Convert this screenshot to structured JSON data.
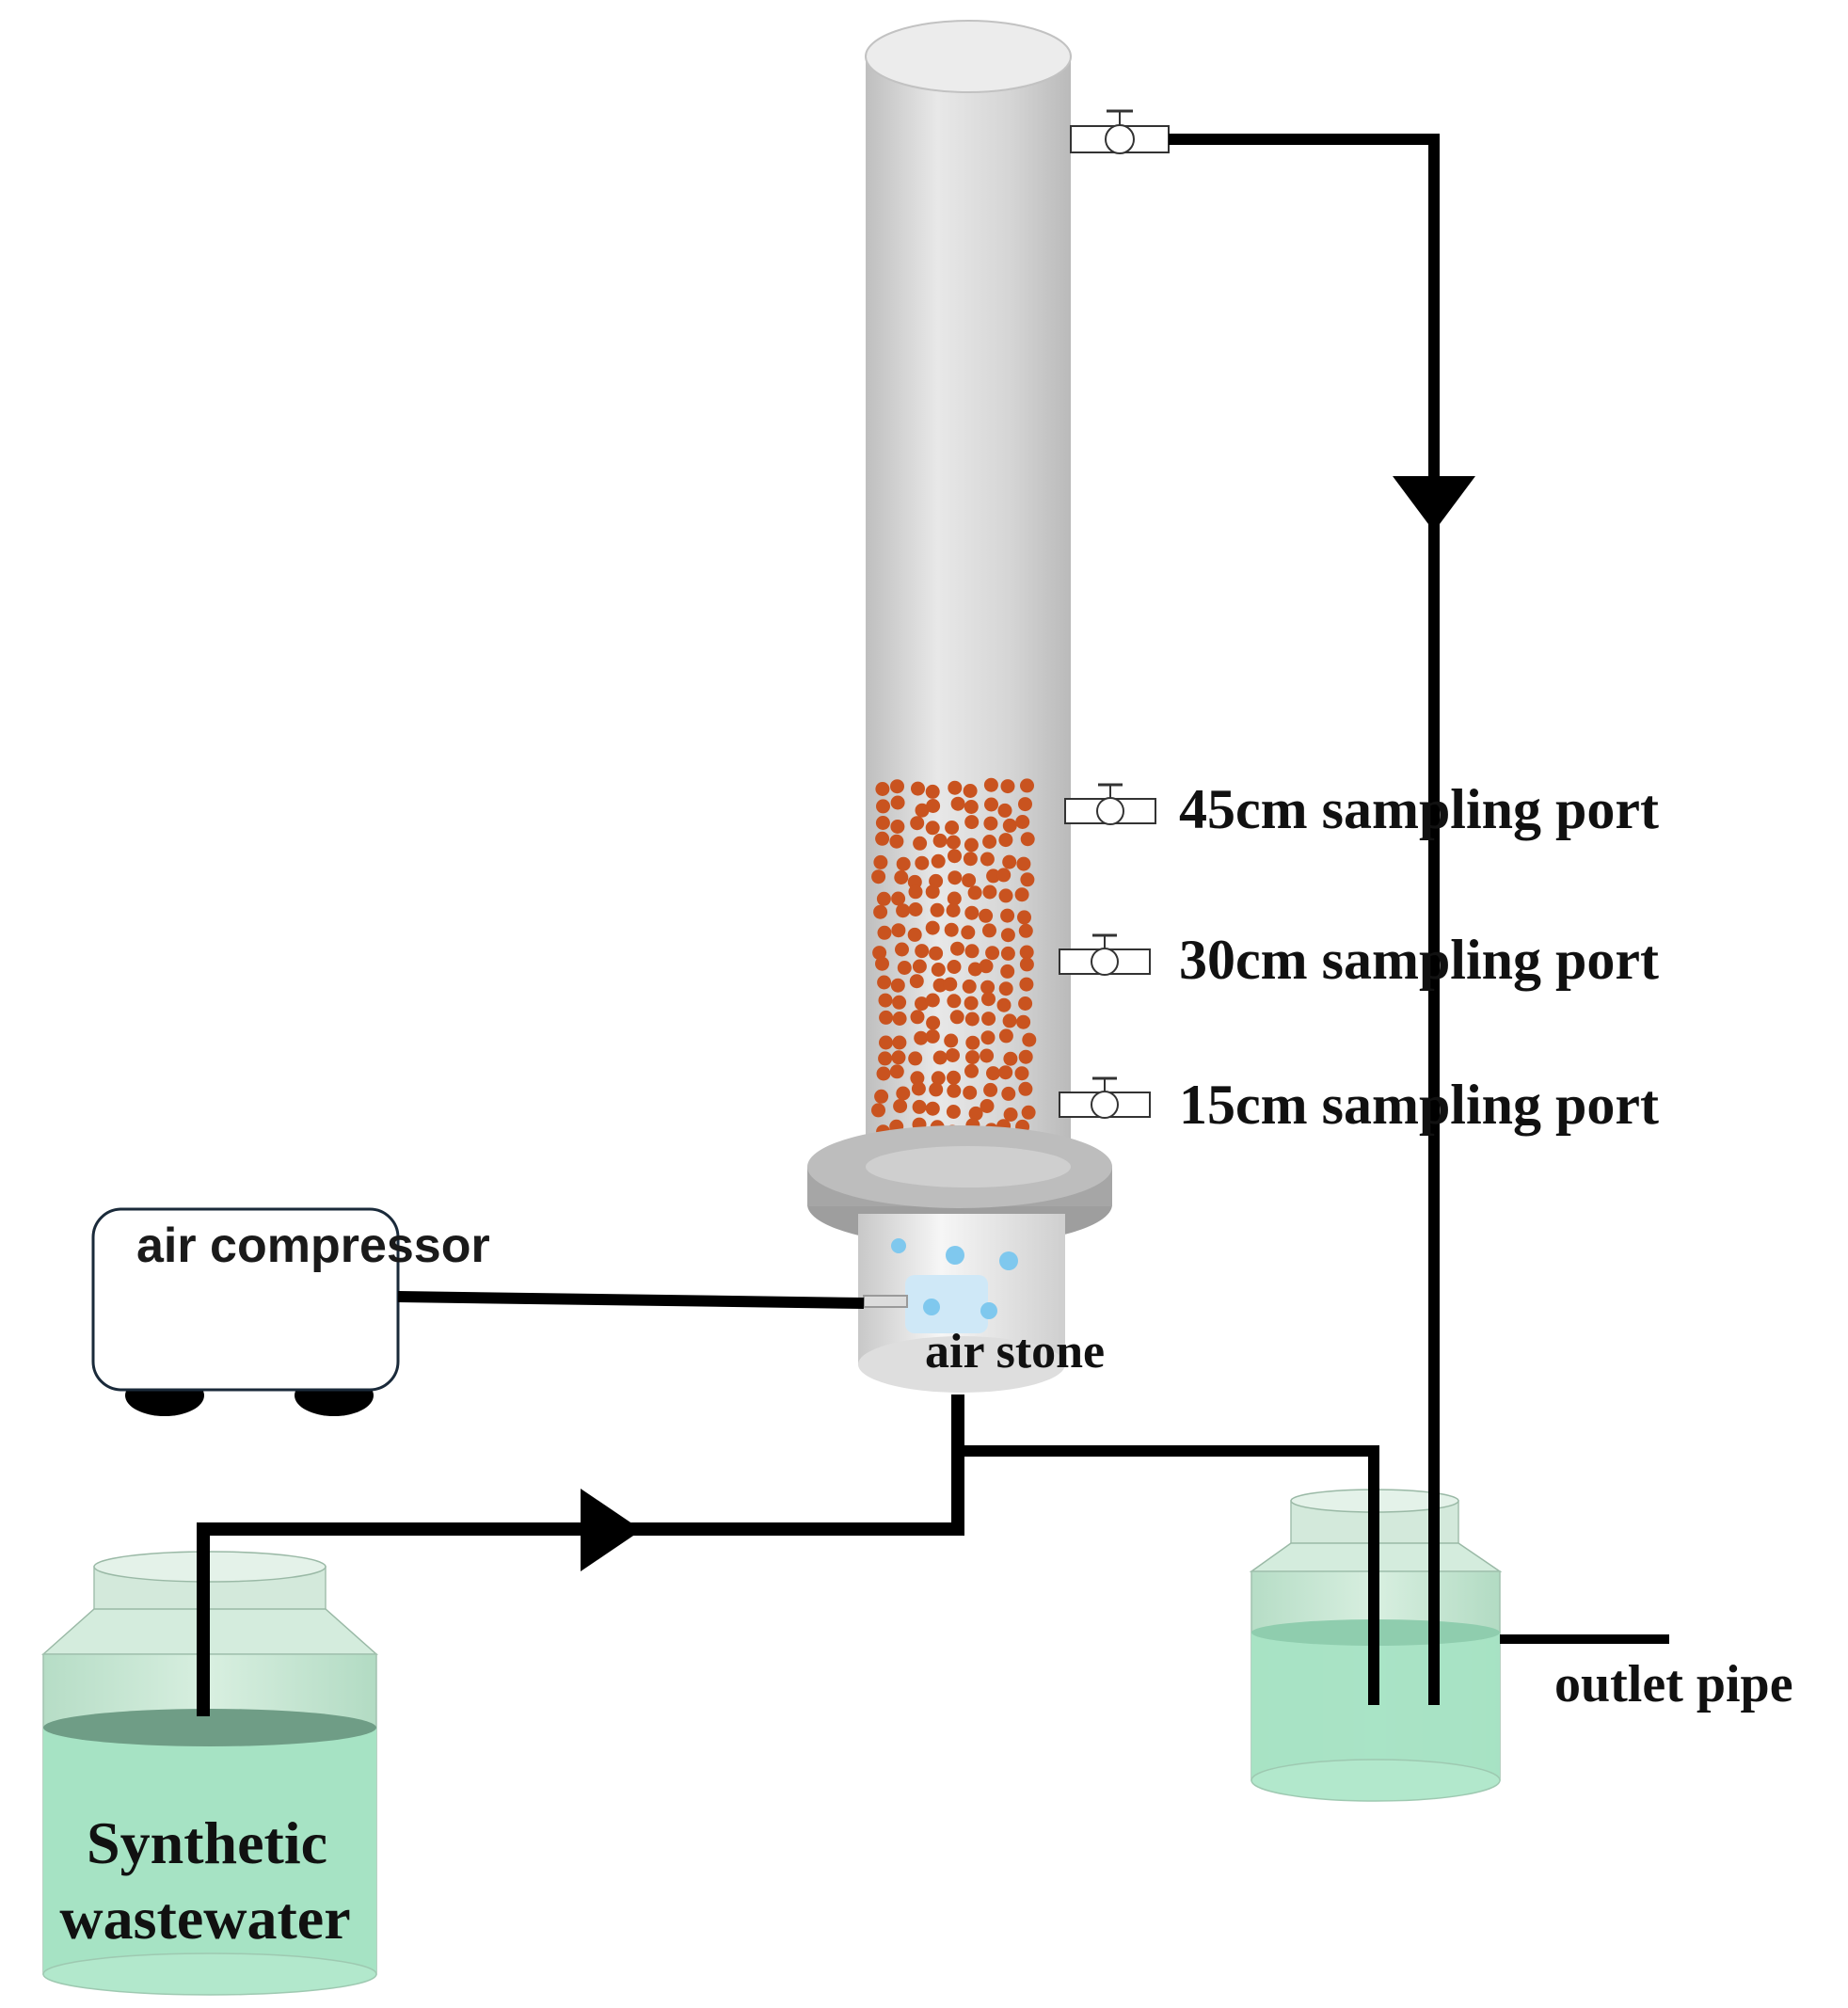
{
  "labels": {
    "port_45": "45cm sampling port",
    "port_30": "30cm sampling port",
    "port_15": "15cm sampling port",
    "air_compressor": "air compressor",
    "air_stone": "air stone",
    "outlet_pipe": "outlet pipe",
    "feed_tank_line1": "Synthetic",
    "feed_tank_line2": "wastewater"
  },
  "icons": {
    "valve": "valve-icon",
    "flow_arrow": "triangle-arrow-icon"
  },
  "colors": {
    "column_gray": "#cfcfcf",
    "media_orange": "#c9531f",
    "bubble_blue": "#7fc8ee",
    "water_green": "#a6e3c4",
    "pipe_black": "#000000"
  }
}
